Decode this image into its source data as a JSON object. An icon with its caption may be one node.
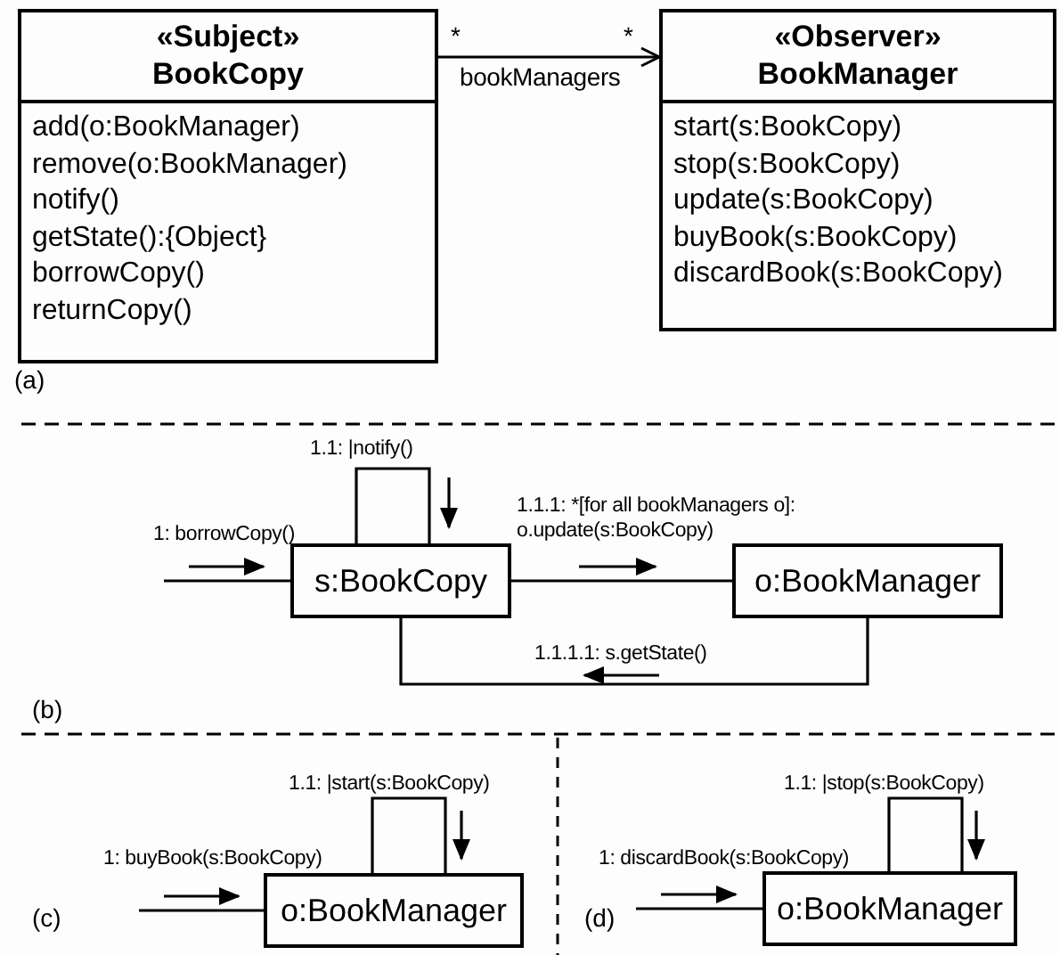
{
  "diagram": {
    "nodes": [
      {
        "text": [
          "«Subject»",
          "BookCopy",
          "add(o:BookManager)",
          "remove(o:BookManager)",
          "notify()",
          "getState():{Object}",
          "borrowCopy()",
          "returnCopy()"
        ]
      },
      {
        "text": [
          "«Observer»",
          "BookManager",
          "start(s:BookCopy)",
          "stop(s:BookCopy)",
          "update(s:BookCopy)",
          "buyBook(s:BookCopy)",
          "discardBook(s:BookCopy)"
        ]
      },
      {
        "text": [
          "s:BookCopy"
        ]
      },
      {
        "text": [
          "o:BookManager"
        ]
      },
      {
        "text": [
          "o:BookManager"
        ]
      },
      {
        "text": [
          "o:BookManager"
        ]
      }
    ],
    "edges": [
      {
        "from": 0,
        "to": 1,
        "arrow": "to",
        "label": "bookManagers"
      },
      {
        "from": null,
        "to": 2,
        "arrow": "none",
        "label": "1: borrowCopy()"
      },
      {
        "from": 2,
        "to": 2,
        "arrow": "none",
        "label": "1.1: |notify()"
      },
      {
        "from": 2,
        "to": 3,
        "arrow": "none",
        "label": "1.1.1: *[for all bookManagers o]: o.update(s:BookCopy)"
      },
      {
        "from": 3,
        "to": 2,
        "arrow": "none",
        "label": "1.1.1.1: s.getState()"
      },
      {
        "from": null,
        "to": 4,
        "arrow": "none",
        "label": "1: buyBook(s:BookCopy)"
      },
      {
        "from": 4,
        "to": 4,
        "arrow": "none",
        "label": "1.1: |start(s:BookCopy)"
      },
      {
        "from": null,
        "to": 5,
        "arrow": "none",
        "label": "1: discardBook(s:BookCopy)"
      },
      {
        "from": 5,
        "to": 5,
        "arrow": "none",
        "label": "1.1: |stop(s:BookCopy)"
      }
    ],
    "labels": [
      "*",
      "*",
      "(a)",
      "(b)",
      "(c)",
      "(d)"
    ]
  }
}
